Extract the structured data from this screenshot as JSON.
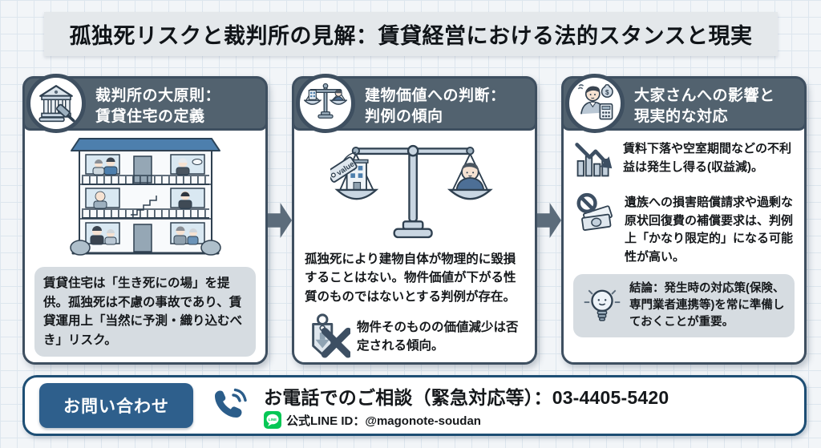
{
  "title": "孤独死リスクと裁判所の見解：賃貸経営における法的スタンスと現実",
  "cards": [
    {
      "icon": "courthouse-gavel-icon",
      "title_line1": "裁判所の大原則：",
      "title_line2": "賃貸住宅の定義",
      "illustration": "apartment-residents-illustration",
      "note": "賃貸住宅は「生き死にの場」を提供。孤独死は不慮の事故であり、賃貸運用上「当然に予測・織り込むべき」リスク。"
    },
    {
      "icon": "balance-scales-icon",
      "title_line1": "建物価値への判断：",
      "title_line2": "判例の傾向",
      "illustration": "value-scale-illustration",
      "tag_label": "value",
      "body": "孤独死により建物自体が物理的に毀損することはない。物件価値が下がる性質のものではないとする判例が存在。",
      "point_icon": "price-tag-down-x-icon",
      "point": "物件そのものの価値減少は否定される傾向。"
    },
    {
      "icon": "landlord-money-calculator-icon",
      "title_line1": "大家さんへの影響と",
      "title_line2": "現実的な対応",
      "items": [
        {
          "icon": "declining-revenue-chart-icon",
          "text": "賃料下落や空室期間などの不利益は発生し得る(収益減)。"
        },
        {
          "icon": "no-compensation-money-icon",
          "text": "遺族への損害賠償請求や過剰な原状回復費の補償要求は、判例上「かなり限定的」になる可能性が高い。"
        }
      ],
      "conclusion": {
        "icon": "lightbulb-icon",
        "text": "結論：発生時の対応策(保険、専門業者連携等)を常に準備しておくことが重要。"
      }
    }
  ],
  "footer": {
    "button_label": "お問い合わせ",
    "phone_icon": "phone-icon",
    "phone_text": "お電話でのご相談（緊急対応等）：03-4405-5420",
    "line_icon": "line-app-icon",
    "line_badge": "LINE",
    "line_text": "公式LINE ID：@magonote-soudan"
  },
  "money_symbol": "$",
  "colors": {
    "card_header_bar": "#52626f",
    "card_border": "#3e4f60",
    "accent_blue": "#2e5f8c",
    "footer_border": "#1d4e74",
    "line_green": "#06c755",
    "illustration_blue": "#4d7fad",
    "note_box_gray": "#d6dce1"
  }
}
